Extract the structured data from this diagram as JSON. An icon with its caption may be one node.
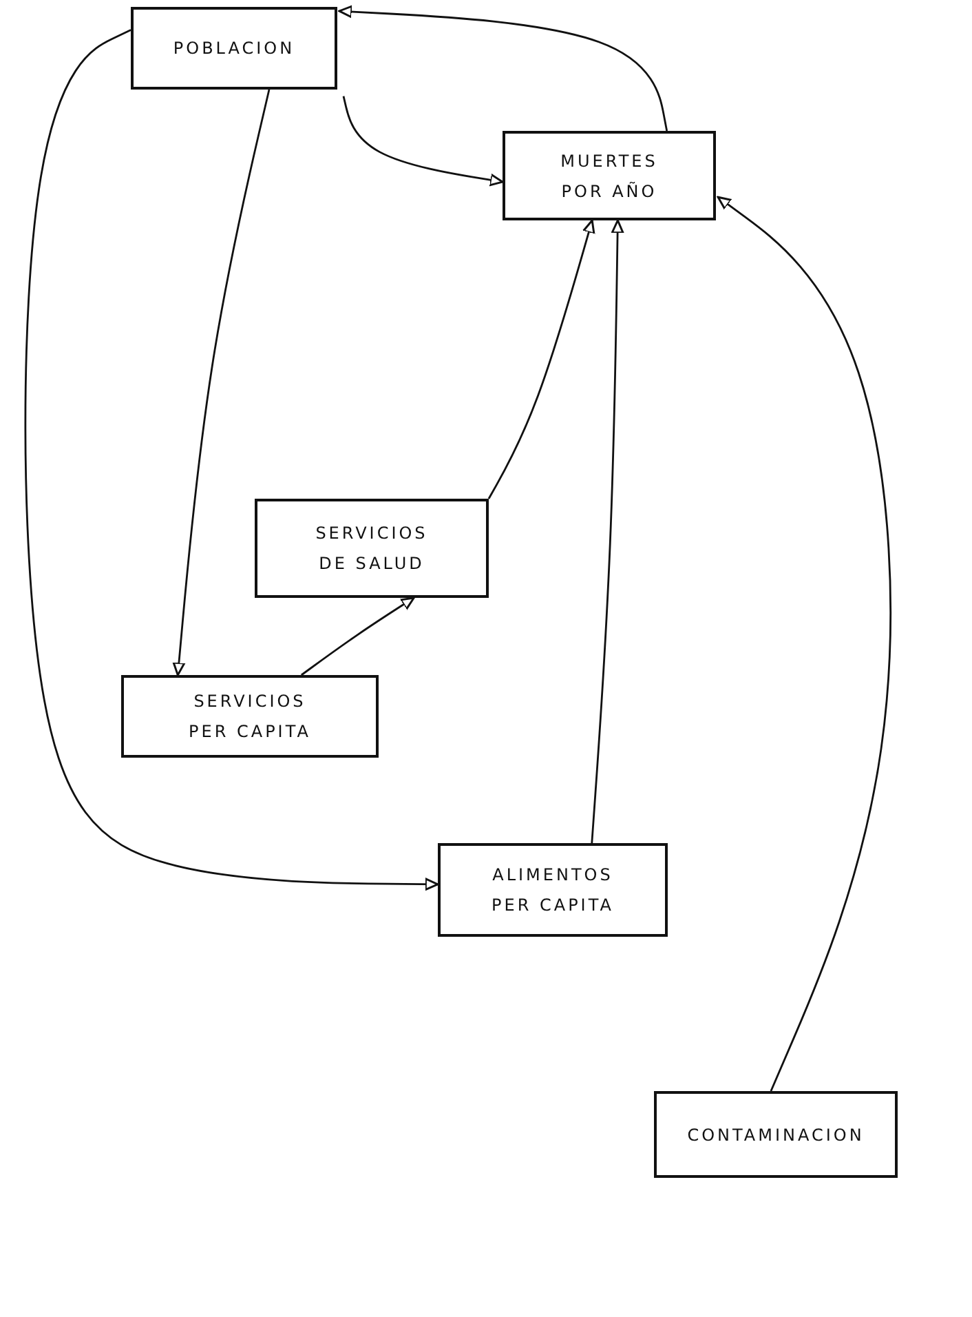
{
  "diagram": {
    "nodes": [
      {
        "text": [
          "POBLACION"
        ]
      },
      {
        "text": [
          "MUERTES POR AÑO"
        ]
      },
      {
        "text": [
          "SERVICIOS DE SALUD"
        ]
      },
      {
        "text": [
          "SERVICIOS PER CAPITA"
        ]
      },
      {
        "text": [
          "ALIMENTOS PER CAPITA"
        ]
      },
      {
        "text": [
          "CONTAMINACION"
        ]
      }
    ],
    "edges": [
      {
        "from": 0,
        "to": 1,
        "arrow": "to"
      },
      {
        "from": 1,
        "to": 0,
        "arrow": "to"
      },
      {
        "from": 0,
        "to": 3,
        "arrow": "to"
      },
      {
        "from": 0,
        "to": 4,
        "arrow": "to"
      },
      {
        "from": 3,
        "to": 2,
        "arrow": "to"
      },
      {
        "from": 2,
        "to": 1,
        "arrow": "to"
      },
      {
        "from": 4,
        "to": 1,
        "arrow": "to"
      },
      {
        "from": 5,
        "to": 1,
        "arrow": "to"
      }
    ]
  }
}
